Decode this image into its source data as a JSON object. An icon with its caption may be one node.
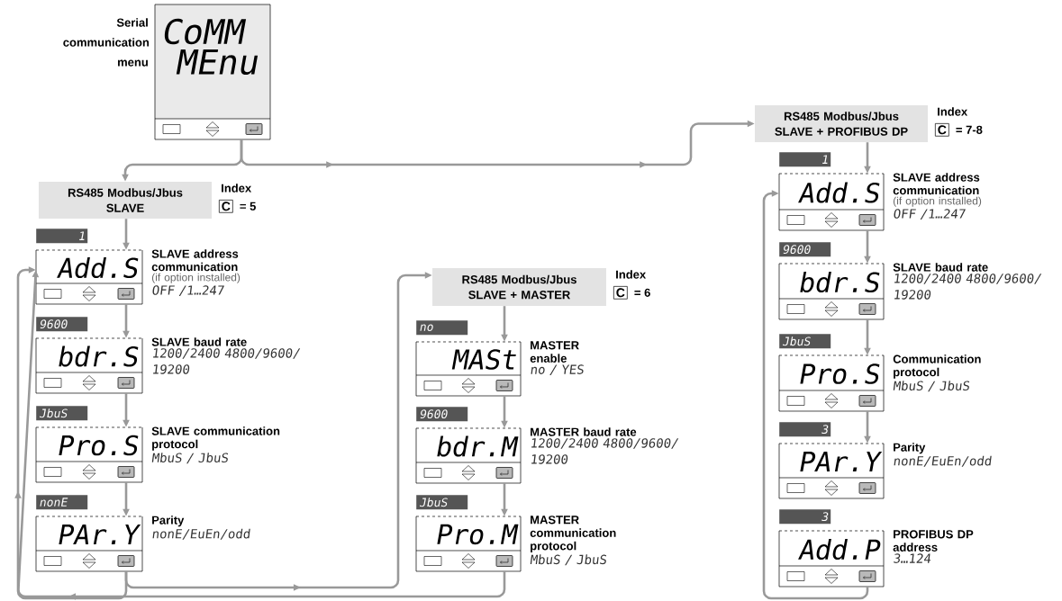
{
  "diagram": {
    "nodes": [
      {
        "text": [
          "CoMM",
          "MEnu"
        ],
        "beside": [
          "Serial communication menu"
        ]
      },
      {
        "text": [
          "RS485 Modbus/Jbus SLAVE"
        ],
        "beside": [
          "Index",
          "C",
          "= 5"
        ]
      },
      {
        "text": [
          "Add.S"
        ],
        "beside": [
          "1",
          "SLAVE address communication",
          "(if option installed)",
          "OFF /1…247"
        ]
      },
      {
        "text": [
          "bdr.S"
        ],
        "beside": [
          "9600",
          "SLAVE baud rate",
          "1200/2400 4800/9600/ 19200"
        ]
      },
      {
        "text": [
          "Pro.S"
        ],
        "beside": [
          "JbuS",
          "SLAVE communication protocol",
          "MbuS / JbuS"
        ]
      },
      {
        "text": [
          "PAr.Y"
        ],
        "beside": [
          "nonE",
          "Parity",
          "nonE/EuEn/odd"
        ]
      },
      {
        "text": [
          "RS485 Modbus/Jbus SLAVE + MASTER"
        ],
        "beside": [
          "Index",
          "C",
          "= 6"
        ]
      },
      {
        "text": [
          "MASt"
        ],
        "beside": [
          "no",
          "MASTER enable",
          "no / YES"
        ]
      },
      {
        "text": [
          "bdr.M"
        ],
        "beside": [
          "9600",
          "MASTER baud rate",
          "1200/2400 4800/9600/ 19200"
        ]
      },
      {
        "text": [
          "Pro.M"
        ],
        "beside": [
          "JbuS",
          "MASTER communication protocol",
          "MbuS / JbuS"
        ]
      },
      {
        "text": [
          "RS485 Modbus/Jbus SLAVE + PROFIBUS DP"
        ],
        "beside": [
          "Index",
          "C",
          "= 7-8"
        ]
      },
      {
        "text": [
          "Add.S"
        ],
        "beside": [
          "1",
          "SLAVE address communication",
          "(if option installed)",
          "OFF /1…247"
        ]
      },
      {
        "text": [
          "bdr.S"
        ],
        "beside": [
          "9600",
          "SLAVE baud rate",
          "1200/2400 4800/9600/ 19200"
        ]
      },
      {
        "text": [
          "Pro.S"
        ],
        "beside": [
          "JbuS",
          "Communication protocol",
          "MbuS / JbuS"
        ]
      },
      {
        "text": [
          "PAr.Y"
        ],
        "beside": [
          "3",
          "Parity",
          "nonE/EuEn/odd"
        ]
      },
      {
        "text": [
          "Add.P"
        ],
        "beside": [
          "3",
          "PROFIBUS DP address",
          "3…124"
        ]
      }
    ],
    "edges": [
      {
        "from": 0,
        "to": 1,
        "arrow": "to"
      },
      {
        "from": 0,
        "to": 10,
        "arrow": "to"
      },
      {
        "from": 1,
        "to": 2,
        "arrow": "to"
      },
      {
        "from": 2,
        "to": 3,
        "arrow": "to"
      },
      {
        "from": 3,
        "to": 4,
        "arrow": "to"
      },
      {
        "from": 4,
        "to": 5,
        "arrow": "to"
      },
      {
        "from": 5,
        "to": 2,
        "arrow": "to"
      },
      {
        "from": 5,
        "to": 6,
        "arrow": "to"
      },
      {
        "from": 6,
        "to": 7,
        "arrow": "to"
      },
      {
        "from": 7,
        "to": 8,
        "arrow": "to"
      },
      {
        "from": 8,
        "to": 9,
        "arrow": "to"
      },
      {
        "from": 9,
        "to": 2,
        "arrow": "to"
      },
      {
        "from": 10,
        "to": 11,
        "arrow": "to"
      },
      {
        "from": 11,
        "to": 12,
        "arrow": "to"
      },
      {
        "from": 12,
        "to": 13,
        "arrow": "to"
      },
      {
        "from": 13,
        "to": 14,
        "arrow": "to"
      },
      {
        "from": 15,
        "to": 11,
        "arrow": "to"
      }
    ]
  }
}
